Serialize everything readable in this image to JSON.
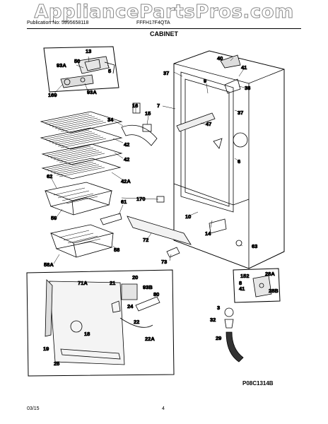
{
  "watermark": "AppliancePartsPros.com",
  "header": {
    "publication": "Publication No: 5995658118",
    "model": "FFFH17F4QTA"
  },
  "section_title": "CABINET",
  "callouts": [
    {
      "id": "13",
      "text": "13"
    },
    {
      "id": "50",
      "text": "50"
    },
    {
      "id": "93A-a",
      "text": "93A"
    },
    {
      "id": "5",
      "text": "5"
    },
    {
      "id": "169",
      "text": "169"
    },
    {
      "id": "93A-b",
      "text": "93A"
    },
    {
      "id": "40",
      "text": "40"
    },
    {
      "id": "41-a",
      "text": "41"
    },
    {
      "id": "37-a",
      "text": "37"
    },
    {
      "id": "9",
      "text": "9"
    },
    {
      "id": "38",
      "text": "38"
    },
    {
      "id": "7",
      "text": "7"
    },
    {
      "id": "37-b",
      "text": "37"
    },
    {
      "id": "16",
      "text": "16"
    },
    {
      "id": "15",
      "text": "15"
    },
    {
      "id": "34",
      "text": "34"
    },
    {
      "id": "47",
      "text": "47"
    },
    {
      "id": "42-a",
      "text": "42"
    },
    {
      "id": "42-b",
      "text": "42"
    },
    {
      "id": "42A",
      "text": "42A"
    },
    {
      "id": "6",
      "text": "6"
    },
    {
      "id": "62",
      "text": "62"
    },
    {
      "id": "170",
      "text": "170"
    },
    {
      "id": "61",
      "text": "61"
    },
    {
      "id": "59",
      "text": "59"
    },
    {
      "id": "10",
      "text": "10"
    },
    {
      "id": "14",
      "text": "14"
    },
    {
      "id": "72",
      "text": "72"
    },
    {
      "id": "58",
      "text": "58"
    },
    {
      "id": "63",
      "text": "63"
    },
    {
      "id": "58A",
      "text": "58A"
    },
    {
      "id": "73",
      "text": "73"
    },
    {
      "id": "20",
      "text": "20"
    },
    {
      "id": "71A",
      "text": "71A"
    },
    {
      "id": "21",
      "text": "21"
    },
    {
      "id": "93B",
      "text": "93B"
    },
    {
      "id": "80",
      "text": "80"
    },
    {
      "id": "24",
      "text": "24"
    },
    {
      "id": "152",
      "text": "152"
    },
    {
      "id": "28A",
      "text": "28A"
    },
    {
      "id": "8",
      "text": "8"
    },
    {
      "id": "41-b",
      "text": "41"
    },
    {
      "id": "28B",
      "text": "28B"
    },
    {
      "id": "22",
      "text": "22"
    },
    {
      "id": "18",
      "text": "18"
    },
    {
      "id": "22A",
      "text": "22A"
    },
    {
      "id": "3",
      "text": "3"
    },
    {
      "id": "32",
      "text": "32"
    },
    {
      "id": "19",
      "text": "19"
    },
    {
      "id": "29",
      "text": "29"
    },
    {
      "id": "25",
      "text": "25"
    }
  ],
  "diagram_code": "P08C1314B",
  "footer": {
    "date": "03/15",
    "page": "4"
  }
}
